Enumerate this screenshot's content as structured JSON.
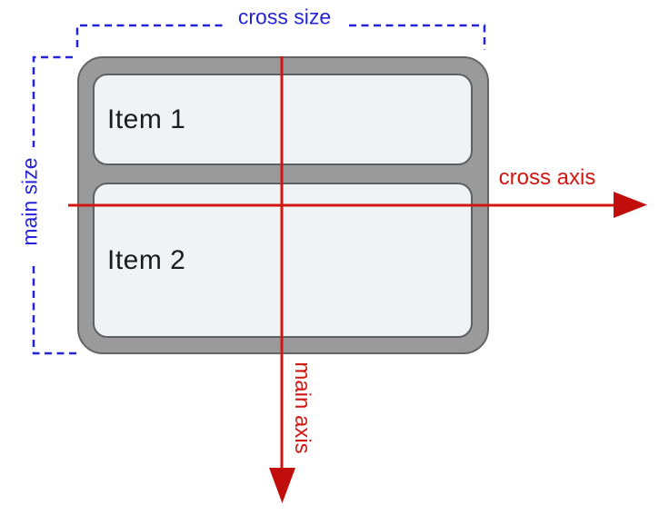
{
  "colors": {
    "blue": "#2424d6",
    "red": "#d01712",
    "red-dark": "#c20d0d",
    "container-fill": "#9a9a9a",
    "container-border": "#646464",
    "item-fill": "#f1f2f3",
    "item-border": "#5d6063",
    "item-text": "#1c1c1c",
    "background": "#ffffff"
  },
  "diagram": {
    "container": {
      "items": [
        {
          "label": "Item 1"
        },
        {
          "label": "Item 2"
        }
      ]
    },
    "annotations": {
      "cross_size": "cross size",
      "main_size": "main size",
      "cross_axis": "cross axis",
      "main_axis": "main axis"
    }
  }
}
